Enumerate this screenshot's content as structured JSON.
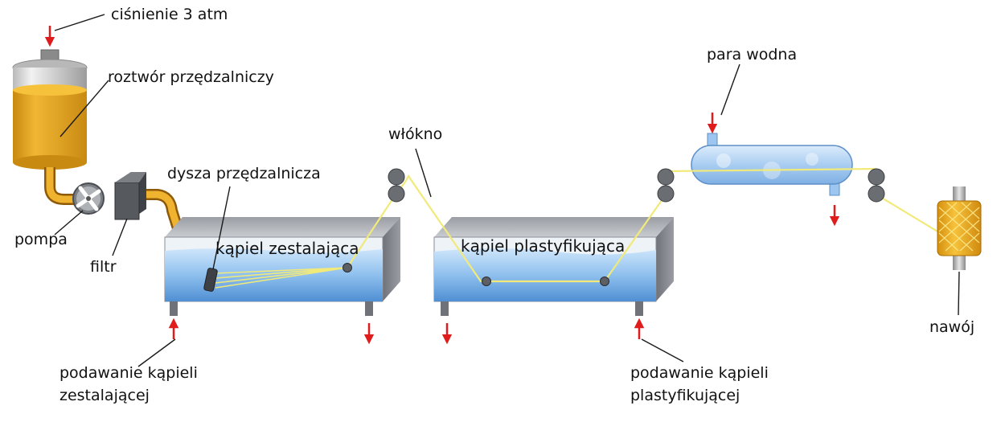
{
  "labels": {
    "pressure": "ciśnienie 3 atm",
    "solution": "roztwór przędzalniczy",
    "pump": "pompa",
    "filter": "filtr",
    "spinneret": "dysza przędzalnicza",
    "fiber": "włókno",
    "coag_bath": "kąpiel zestalająca",
    "plast_bath": "kąpiel plastyfikująca",
    "steam": "para wodna",
    "winding": "nawój",
    "coag_feed_line1": "podawanie kąpieli",
    "coag_feed_line2": "zestalającej",
    "plast_feed_line1": "podawanie kąpieli",
    "plast_feed_line2": "plastyfikującej"
  },
  "colors": {
    "fiber": "#f1ea7a",
    "solution": "#e8a927",
    "water": "#7fb4e6",
    "arrow": "#e01b1b",
    "metal": "#8b8b8b"
  }
}
